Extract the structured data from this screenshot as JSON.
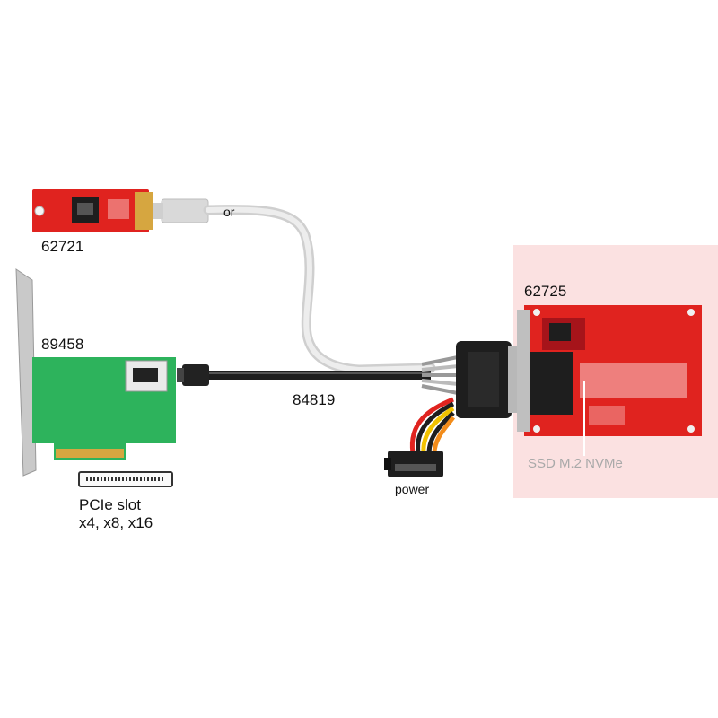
{
  "products": {
    "m2_adapter": {
      "code": "62721"
    },
    "pcie_card": {
      "code": "89458"
    },
    "cable": {
      "code": "84819"
    },
    "u2_adapter": {
      "code": "62725"
    }
  },
  "labels": {
    "or": "or",
    "power": "power",
    "ssd": "SSD M.2 NVMe",
    "pcie_slot_line1": "PCIe slot",
    "pcie_slot_line2": "x4, x8, x16"
  },
  "colors": {
    "pcb_red": "#e0231f",
    "pcb_green": "#2db35c",
    "cable_black": "#1e1e1e",
    "cable_white": "#e7e7e7",
    "highlight_pink": "#fbe1e1"
  }
}
